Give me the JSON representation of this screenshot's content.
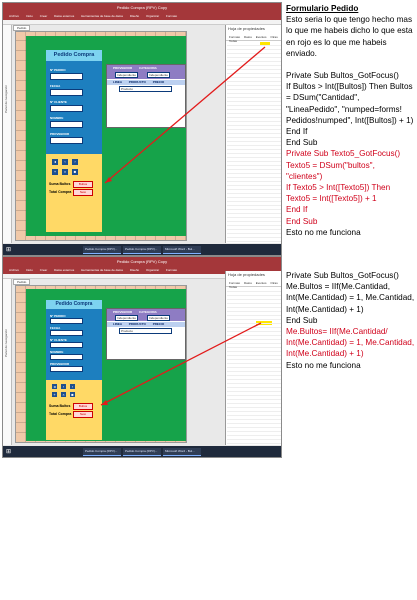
{
  "shot1": {
    "window_title": "Pedido Compra (RPV) Copy",
    "tabs": [
      "Archivo",
      "Inicio",
      "Crear",
      "Datos externos",
      "Herramientas de base de datos",
      "Diseño",
      "Organizar",
      "Formato"
    ],
    "nav_label": "Panel de navegación",
    "form_tab": "Pedido",
    "form_title": "Pedido Compra",
    "fields": [
      "Nº PEDIDO",
      "FECHA",
      "Nº CLIENTE",
      "NOMBRE",
      "PROVEEDOR"
    ],
    "subform": {
      "cols1": [
        "PROVEEDOR",
        "CATEGORIA"
      ],
      "cols2": [
        "LINEA",
        "PRODUCTO",
        "PRECIO"
      ],
      "combo1": "Independiente",
      "combo2": "Independiente",
      "row": "Producto"
    },
    "totals": {
      "suma_label": "Suma Bultos",
      "suma_value": "Bultos",
      "total_label": "Total Compra",
      "total_value": "Neto"
    },
    "prop_title": "Hoja de propiedades",
    "prop_tabs": [
      "Formato",
      "Datos",
      "Eventos",
      "Otras",
      "Todas"
    ],
    "taskbar": [
      "Pedido Compra (RPV)...",
      "Pedido Compra (RPV)...",
      "Microsoft Word - Bul..."
    ]
  },
  "shot2": {
    "window_title": "Pedido Compra (RPV) Copy",
    "tabs": [
      "Archivo",
      "Inicio",
      "Crear",
      "Datos externos",
      "Herramientas de base de datos",
      "Diseño",
      "Organizar",
      "Formato"
    ],
    "nav_label": "Panel de navegación",
    "form_tab": "Pedido",
    "form_title": "Pedido Compra",
    "fields": [
      "Nº PEDIDO",
      "FECHA",
      "Nº CLIENTE",
      "NOMBRE",
      "PROVEEDOR"
    ],
    "subform": {
      "cols1": [
        "PROVEEDOR",
        "CATEGORIA"
      ],
      "cols2": [
        "LINEA",
        "PRODUCTO",
        "PRECIO"
      ],
      "combo1": "Independiente",
      "combo2": "Independiente",
      "row": "Producto"
    },
    "totals": {
      "suma_label": "Suma Bultos",
      "suma_value": "Bultos",
      "total_label": "Total Compra",
      "total_value": "Neto"
    },
    "prop_title": "Hoja de propiedades",
    "prop_tabs": [
      "Formato",
      "Datos",
      "Eventos",
      "Otras",
      "Todas"
    ],
    "taskbar": [
      "Pedido Compra (RPV)...",
      "Pedido Compra (RPV)...",
      "Microsoft Word - Bul..."
    ]
  },
  "text": {
    "heading": "Formulario Pedido",
    "intro": [
      "Esto seria lo que tengo hecho mas",
      "lo que me habeis dicho lo que esta",
      "en rojo es lo que me habeis",
      "enviado."
    ],
    "block1": [
      "Private Sub Bultos_GotFocus()",
      "If Bultos > Int([Bultos]) Then Bultos",
      "= DSum(\"Cantidad\",",
      "\"LineaPedido\", \"numped=forms!",
      "Pedidos!numped\", Int([Bultos]) + 1)",
      "End If",
      "End Sub"
    ],
    "block1_red": [
      "Private Sub Texto5_GotFocus()",
      "Texto5 = DSum(\"bultos\",",
      "\"clientes\")",
      "If Texto5 > Int([Texto5]) Then",
      "Texto5 = Int([Texto5]) + 1",
      "End If",
      "End Sub"
    ],
    "note1": "Esto no me funciona",
    "block2": [
      "Private Sub Bultos_GotFocus()",
      "Me.Bultos = IIf(Me.Cantidad,",
      "Int(Me.Cantidad) = 1, Me.Cantidad,",
      "Int(Me.Cantidad) + 1)",
      "End Sub"
    ],
    "block2_red": [
      "Me.Bultos= IIf(Me.Cantidad/",
      "Int(Me.Cantidad) = 1, Me.Cantidad,",
      "Int(Me.Cantidad) + 1)"
    ],
    "note2": "Esto no me funciona"
  }
}
